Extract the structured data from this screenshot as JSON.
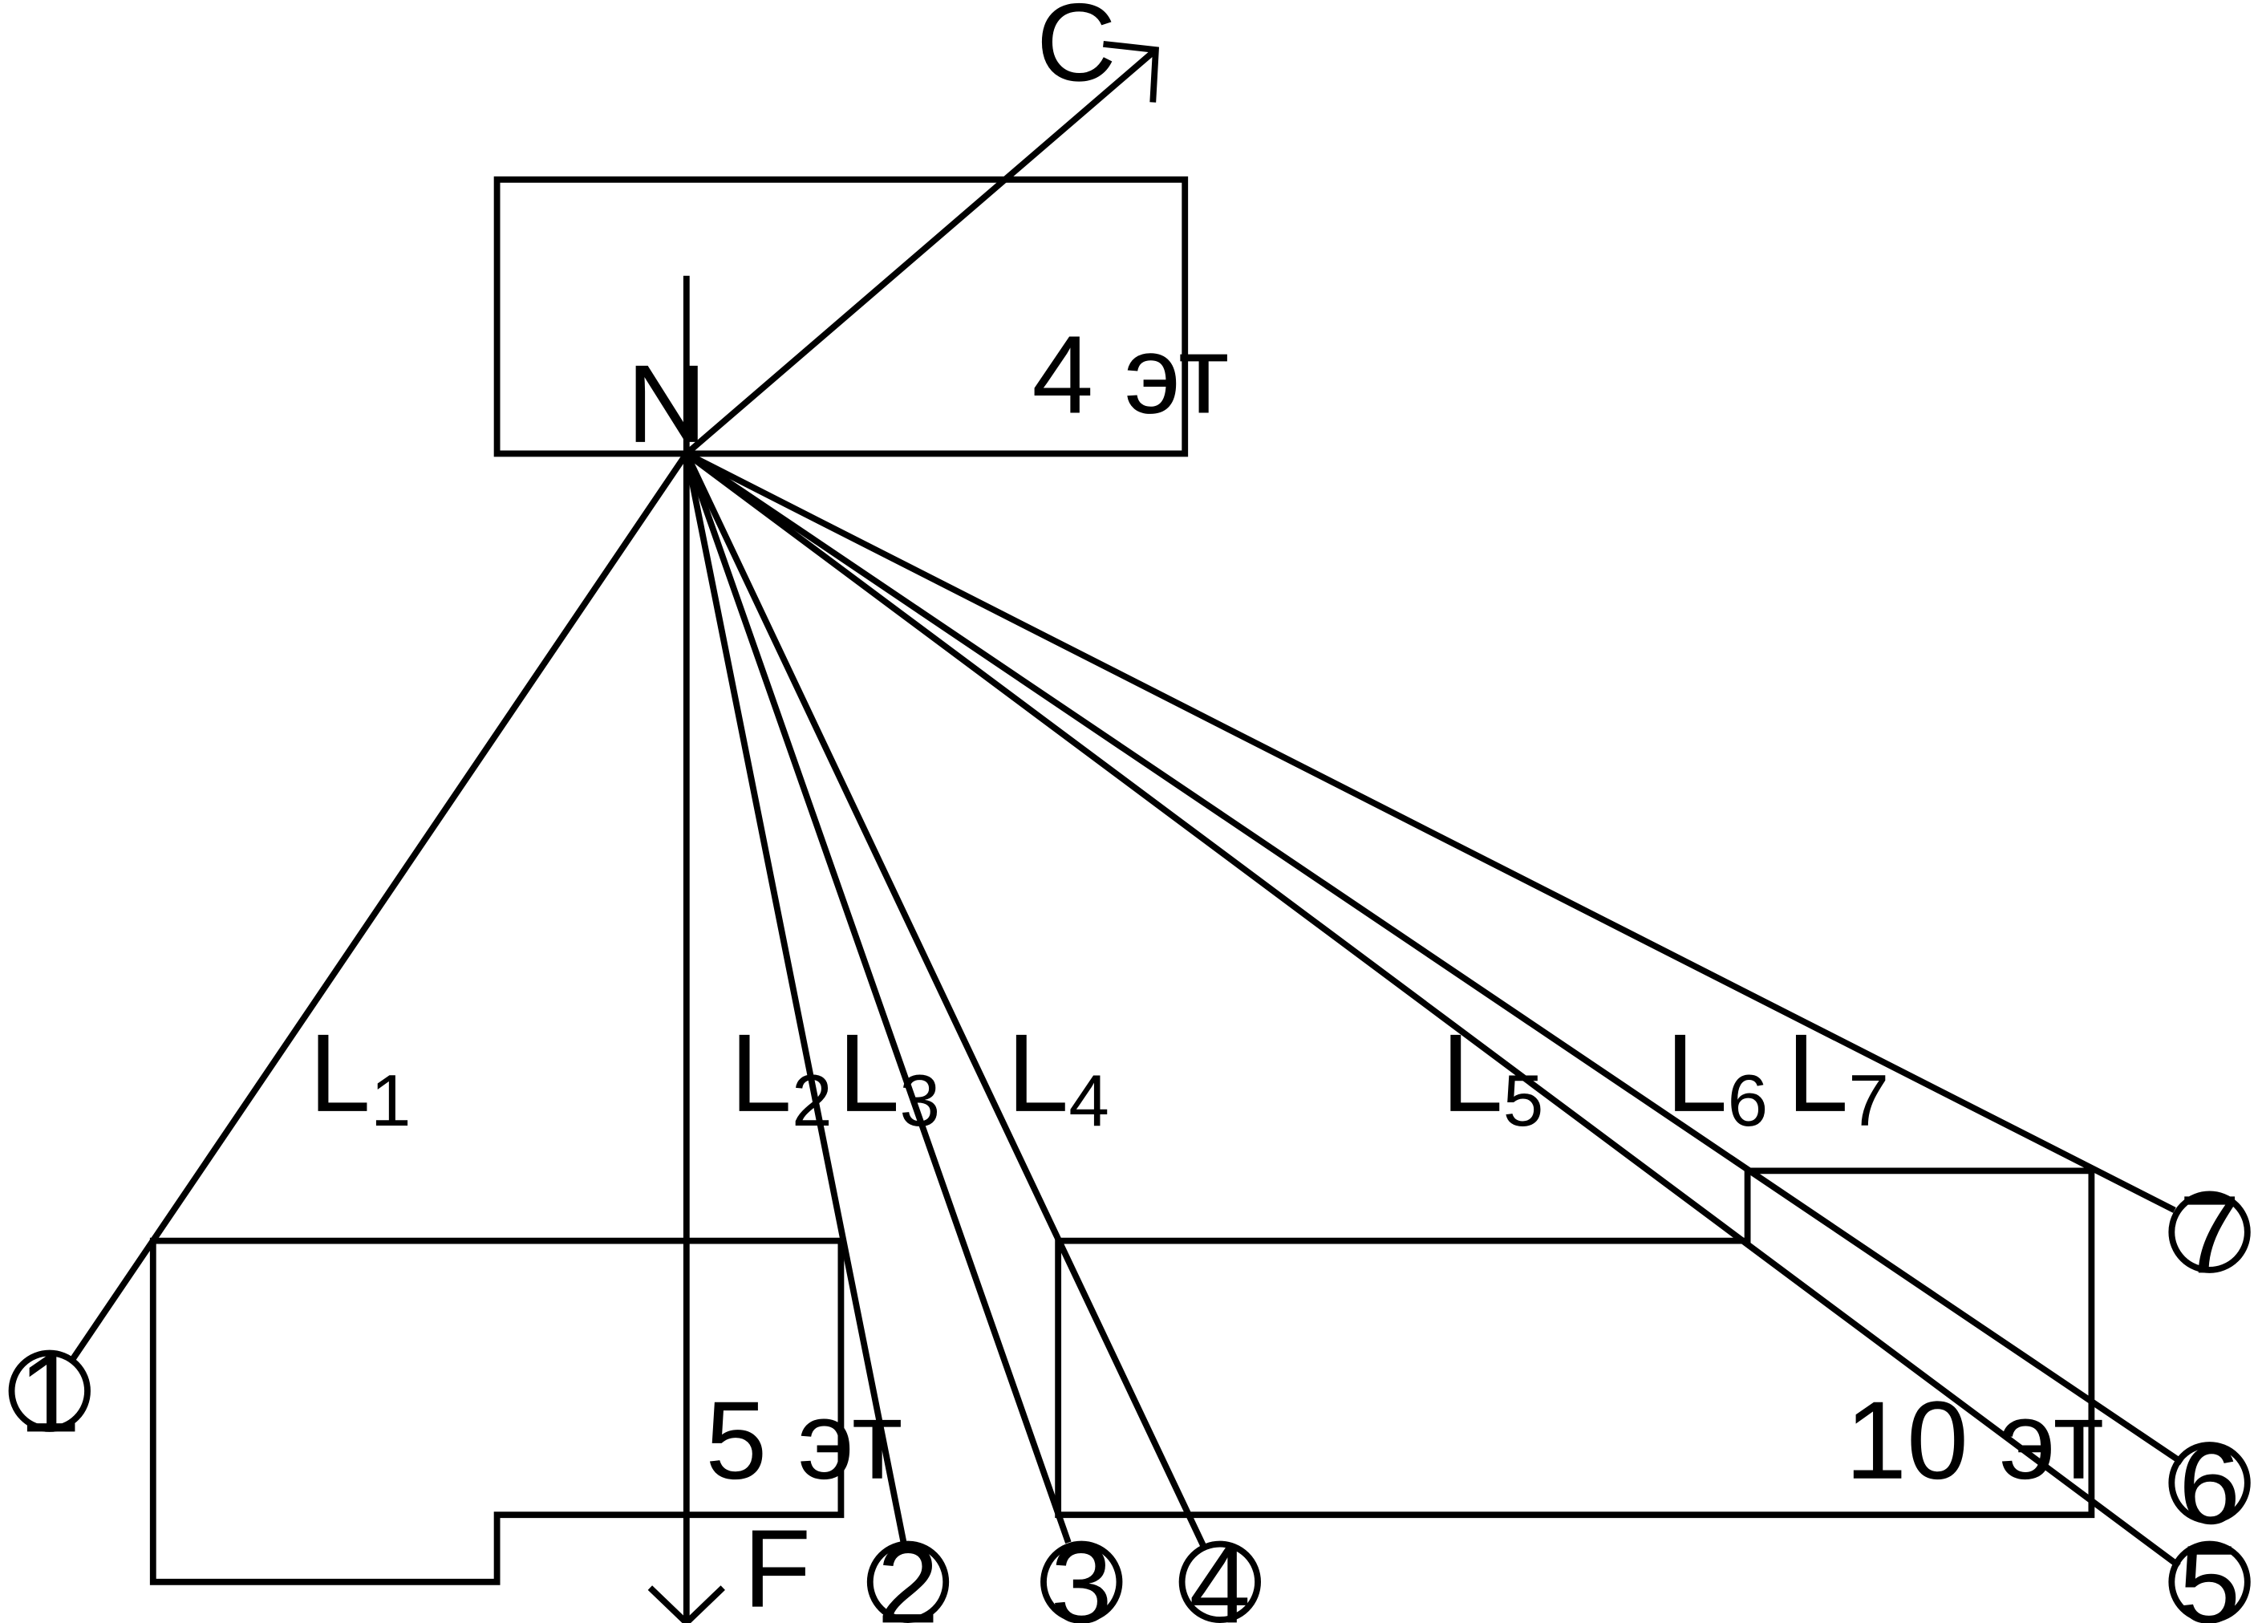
{
  "observer": {
    "label": "N"
  },
  "north": {
    "label": "С"
  },
  "facade": {
    "label": "F"
  },
  "buildings": {
    "top": {
      "label": "4 эт"
    },
    "left": {
      "label": "5 эт"
    },
    "right": {
      "label": "10 эт"
    }
  },
  "rays": [
    {
      "label": "L",
      "index": "1",
      "marker": "1"
    },
    {
      "label": "L",
      "index": "2",
      "marker": "2"
    },
    {
      "label": "L",
      "index": "3",
      "marker": "3"
    },
    {
      "label": "L",
      "index": "4",
      "marker": "4"
    },
    {
      "label": "L",
      "index": "5",
      "marker": "5"
    },
    {
      "label": "L",
      "index": "6",
      "marker": "6"
    },
    {
      "label": "L",
      "index": "7",
      "marker": "7"
    }
  ]
}
